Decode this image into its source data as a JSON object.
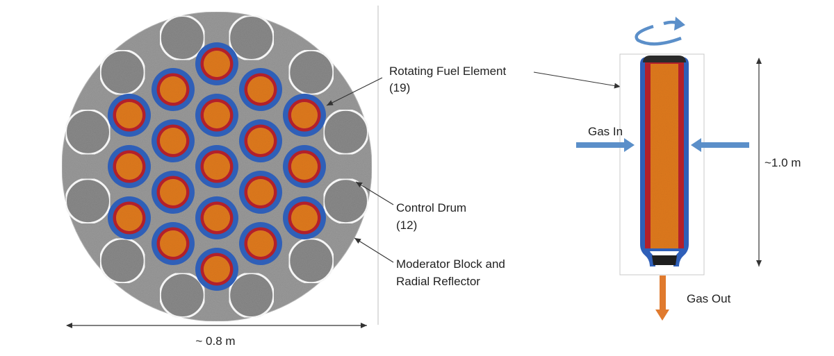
{
  "labels": {
    "fuel_element_line1": "Rotating Fuel Element",
    "fuel_element_line2": "(19)",
    "control_drum_line1": "Control Drum",
    "control_drum_line2": "(12)",
    "moderator_line1": "Moderator Block and",
    "moderator_line2": "Radial Reflector",
    "diameter": "~ 0.8 m",
    "gas_in": "Gas In",
    "gas_out": "Gas Out",
    "height": "~1.0 m"
  },
  "counts": {
    "fuel_elements": 19,
    "control_drums": 12
  },
  "colors": {
    "moderator": "#9a9a9a",
    "control_drum": "#8a8a8a",
    "drum_ring": "#ffffff",
    "fuel_outer": "#2f5fb8",
    "fuel_middle": "#b3202a",
    "fuel_core": "#e07a1e",
    "gas_in_arrow": "#5b8fc9",
    "gas_out_arrow": "#e07a2e",
    "rotation_arrow": "#5b8fc9",
    "line": "#333333"
  },
  "icons": {
    "rotation": "rotation-arrow-icon",
    "gas_in": "arrow-right-icon",
    "gas_out": "arrow-down-icon"
  }
}
